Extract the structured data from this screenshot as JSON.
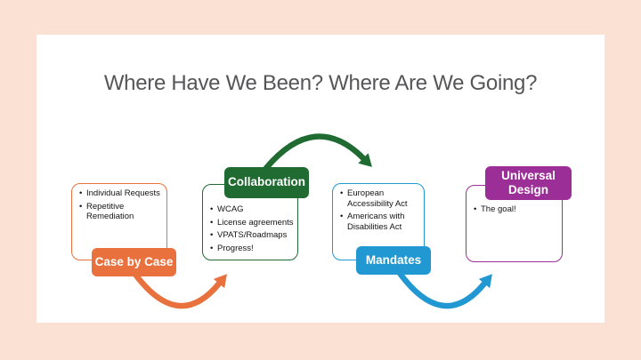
{
  "slide": {
    "title": "Where Have We Been? Where Are We Going?",
    "background_color": "#fbe1d4",
    "surface_color": "#ffffff",
    "title_color": "#565659",
    "label_text_color": "#ffffff"
  },
  "groups": [
    {
      "label": "Case by Case",
      "color": "#e8713d",
      "bullets": [
        "Individual Requests",
        "Repetitive Remediation"
      ]
    },
    {
      "label": "Collaboration",
      "color": "#1f6b31",
      "bullets": [
        "WCAG",
        "License agreements",
        "VPATS/Roadmaps",
        "Progress!"
      ]
    },
    {
      "label": "Mandates",
      "color": "#2298d2",
      "bullets": [
        "European Accessibility Act",
        "Americans with Disabilities Act"
      ]
    },
    {
      "label": "Universal Design",
      "color": "#9c2f97",
      "bullets": [
        "The goal!"
      ]
    }
  ],
  "arrows": [
    {
      "name": "case-to-collaboration",
      "color": "#e8713d"
    },
    {
      "name": "collaboration-to-mandates",
      "color": "#1f6b31"
    },
    {
      "name": "mandates-to-universal-design",
      "color": "#2298d2"
    }
  ]
}
